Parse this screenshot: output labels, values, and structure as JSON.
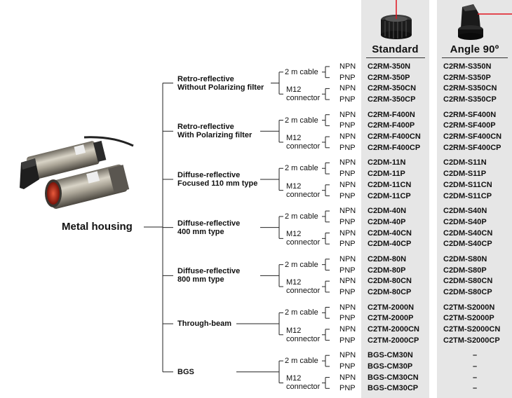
{
  "root": "Metal housing",
  "columns": [
    {
      "title": "Standard",
      "icon": "standard-sensor-icon"
    },
    {
      "title": "Angle 90º",
      "icon": "angle-sensor-icon"
    }
  ],
  "groups": [
    {
      "label": "Retro-reflective\nWithout Polarizing filter",
      "cable": "2 m cable",
      "connector": "M12\nconnector",
      "signals": [
        "NPN",
        "PNP",
        "NPN",
        "PNP"
      ],
      "standard": [
        "C2RM-350N",
        "C2RM-350P",
        "C2RM-350CN",
        "C2RM-350CP"
      ],
      "angle": [
        "C2RM-S350N",
        "C2RM-S350P",
        "C2RM-S350CN",
        "C2RM-S350CP"
      ]
    },
    {
      "label": "Retro-reflective\nWith Polarizing filter",
      "cable": "2 m cable",
      "connector": "M12\nconnector",
      "signals": [
        "NPN",
        "PNP",
        "NPN",
        "PNP"
      ],
      "standard": [
        "C2RM-F400N",
        "C2RM-F400P",
        "C2RM-F400CN",
        "C2RM-F400CP"
      ],
      "angle": [
        "C2RM-SF400N",
        "C2RM-SF400P",
        "C2RM-SF400CN",
        "C2RM-SF400CP"
      ]
    },
    {
      "label": "Diffuse-reflective\nFocused 110 mm type",
      "cable": "2 m cable",
      "connector": "M12\nconnector",
      "signals": [
        "NPN",
        "PNP",
        "NPN",
        "PNP"
      ],
      "standard": [
        "C2DM-11N",
        "C2DM-11P",
        "C2DM-11CN",
        "C2DM-11CP"
      ],
      "angle": [
        "C2DM-S11N",
        "C2DM-S11P",
        "C2DM-S11CN",
        "C2DM-S11CP"
      ]
    },
    {
      "label": "Diffuse-reflective\n400 mm type",
      "cable": "2 m cable",
      "connector": "M12\nconnector",
      "signals": [
        "NPN",
        "PNP",
        "NPN",
        "PNP"
      ],
      "standard": [
        "C2DM-40N",
        "C2DM-40P",
        "C2DM-40CN",
        "C2DM-40CP"
      ],
      "angle": [
        "C2DM-S40N",
        "C2DM-S40P",
        "C2DM-S40CN",
        "C2DM-S40CP"
      ]
    },
    {
      "label": "Diffuse-reflective\n800 mm type",
      "cable": "2 m cable",
      "connector": "M12\nconnector",
      "signals": [
        "NPN",
        "PNP",
        "NPN",
        "PNP"
      ],
      "standard": [
        "C2DM-80N",
        "C2DM-80P",
        "C2DM-80CN",
        "C2DM-80CP"
      ],
      "angle": [
        "C2DM-S80N",
        "C2DM-S80P",
        "C2DM-S80CN",
        "C2DM-S80CP"
      ]
    },
    {
      "label": "Through-beam",
      "cable": "2 m cable",
      "connector": "M12\nconnector",
      "signals": [
        "NPN",
        "PNP",
        "NPN",
        "PNP"
      ],
      "standard": [
        "C2TM-2000N",
        "C2TM-2000P",
        "C2TM-2000CN",
        "C2TM-2000CP"
      ],
      "angle": [
        "C2TM-S2000N",
        "C2TM-S2000P",
        "C2TM-S2000CN",
        "C2TM-S2000CP"
      ]
    },
    {
      "label": "BGS",
      "cable": "2 m cable",
      "connector": "M12\nconnector",
      "signals": [
        "NPN",
        "PNP",
        "NPN",
        "PNP"
      ],
      "standard": [
        "BGS-CM30N",
        "BGS-CM30P",
        "BGS-CM30CN",
        "BGS-CM30CP"
      ],
      "angle": [
        "–",
        "–",
        "–",
        "–"
      ]
    }
  ],
  "colors": {
    "column_bg": "#e6e6e6",
    "accent_red": "#e0141e"
  },
  "product_image": "metal-housing-sensors-photo"
}
